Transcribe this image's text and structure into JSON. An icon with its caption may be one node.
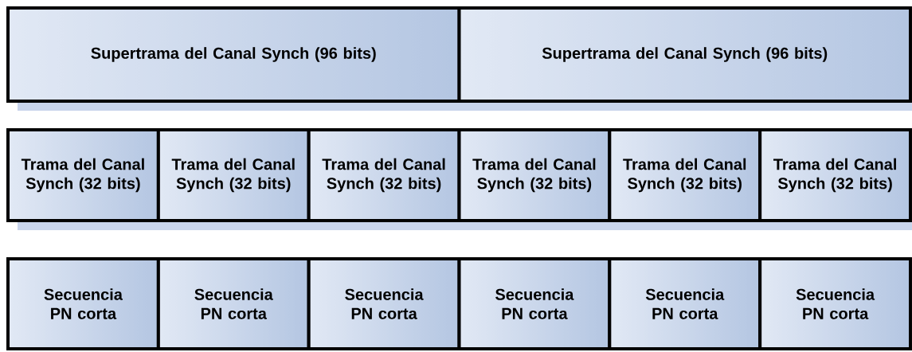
{
  "diagram": {
    "nodes": [
      {
        "text": [
          "Supertrama del Canal Synch (96 bits)"
        ]
      },
      {
        "text": [
          "Supertrama del Canal Synch (96 bits)"
        ]
      },
      {
        "text": [
          "Trama del Canal Synch (32 bits)"
        ]
      },
      {
        "text": [
          "Trama del Canal Synch (32 bits)"
        ]
      },
      {
        "text": [
          "Trama del Canal Synch (32 bits)"
        ]
      },
      {
        "text": [
          "Trama del Canal Synch (32 bits)"
        ]
      },
      {
        "text": [
          "Trama del Canal Synch (32 bits)"
        ]
      },
      {
        "text": [
          "Trama del Canal Synch (32 bits)"
        ]
      },
      {
        "text": [
          "Secuencia PN corta"
        ]
      },
      {
        "text": [
          "Secuencia PN corta"
        ]
      },
      {
        "text": [
          "Secuencia PN corta"
        ]
      },
      {
        "text": [
          "Secuencia PN corta"
        ]
      },
      {
        "text": [
          "Secuencia PN corta"
        ]
      },
      {
        "text": [
          "Secuencia PN corta"
        ]
      }
    ]
  }
}
